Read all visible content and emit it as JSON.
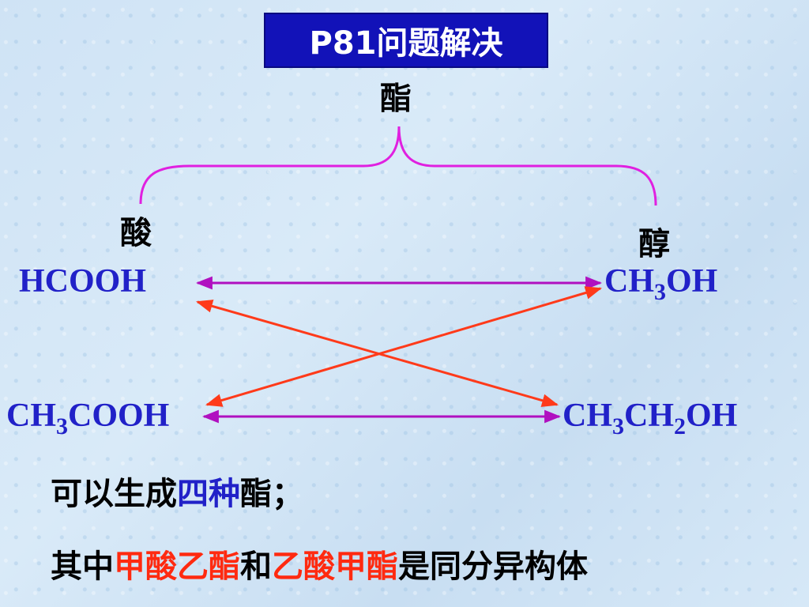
{
  "title": "P81问题解决",
  "labels": {
    "ester": "酯",
    "acid": "酸",
    "alcohol": "醇"
  },
  "acids": {
    "formic": {
      "text": "HCOOH"
    },
    "acetic": {
      "pre": "CH",
      "sub": "3",
      "post": "COOH"
    }
  },
  "alcohols": {
    "methanol": {
      "pre": "CH",
      "sub": "3",
      "post": "OH"
    },
    "ethanol": {
      "pre": "CH",
      "sub1": "3",
      "mid": "CH",
      "sub2": "2",
      "post": "OH"
    }
  },
  "conclusion1": {
    "part1": "可以生成",
    "highlight": "四种",
    "part2": "酯；"
  },
  "conclusion2": {
    "part1": "其中",
    "ester1": "甲酸乙酯",
    "and": "和",
    "ester2": "乙酸甲酯",
    "part2": "是同分异构体"
  },
  "colors": {
    "title_bg": "#1212b8",
    "formula": "#2121c8",
    "brace": "#e020e0",
    "same_row_arrow": "#b010c0",
    "cross_arrow": "#ff3a1a",
    "highlight_blue": "#2121c8",
    "highlight_red": "#ff2a10"
  }
}
